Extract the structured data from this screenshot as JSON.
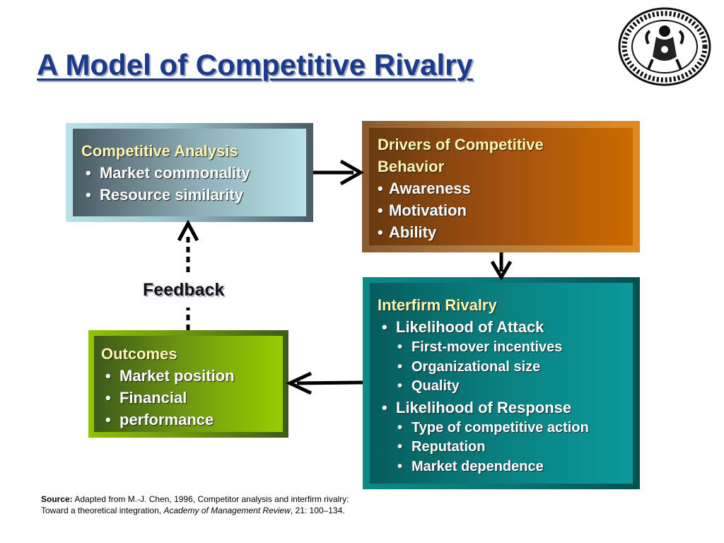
{
  "slide": {
    "title": "A Model of Competitive Rivalry"
  },
  "boxes": {
    "competitive_analysis": {
      "header": "Competitive Analysis",
      "items": [
        "Market commonality",
        "Resource similarity"
      ]
    },
    "drivers": {
      "header_line1": "Drivers of Competitive",
      "header_line2": "Behavior",
      "items": [
        "Awareness",
        "Motivation",
        "Ability"
      ]
    },
    "interfirm_rivalry": {
      "header": "Interfirm Rivalry",
      "attack": "Likelihood of Attack",
      "attack_items": [
        "First-mover incentives",
        "Organizational size",
        "Quality"
      ],
      "response": "Likelihood of Response",
      "response_items": [
        "Type of competitive action",
        "Reputation",
        "Market dependence"
      ]
    },
    "outcomes": {
      "header": "Outcomes",
      "items": [
        "Market position",
        "Financial",
        "performance"
      ]
    }
  },
  "feedback_label": "Feedback",
  "source": {
    "label": "Source:",
    "text1": "Adapted from M.-J. Chen, 1996, Competitor analysis and interfirm rivalry:",
    "text2": "Toward a theoretical integration,",
    "journal": "Academy of Management Review",
    "text3": ", 21: 100–134."
  },
  "icons": [
    "seal-emblem-icon",
    "arrow-right-icon",
    "arrow-down-icon",
    "arrow-left-icon",
    "feedback-arrow-up-icon"
  ],
  "colors": {
    "title": "#1a3a8a",
    "analysis_light": "#b9e2ea",
    "analysis_dark": "#4a5c66",
    "drivers_dark": "#6a3a10",
    "drivers_light": "#cc6a00",
    "rivalry_dark": "#0a5a5a",
    "rivalry_light": "#0a9a9a",
    "outcomes_dark": "#3d5a1a",
    "outcomes_light": "#99cc00"
  }
}
